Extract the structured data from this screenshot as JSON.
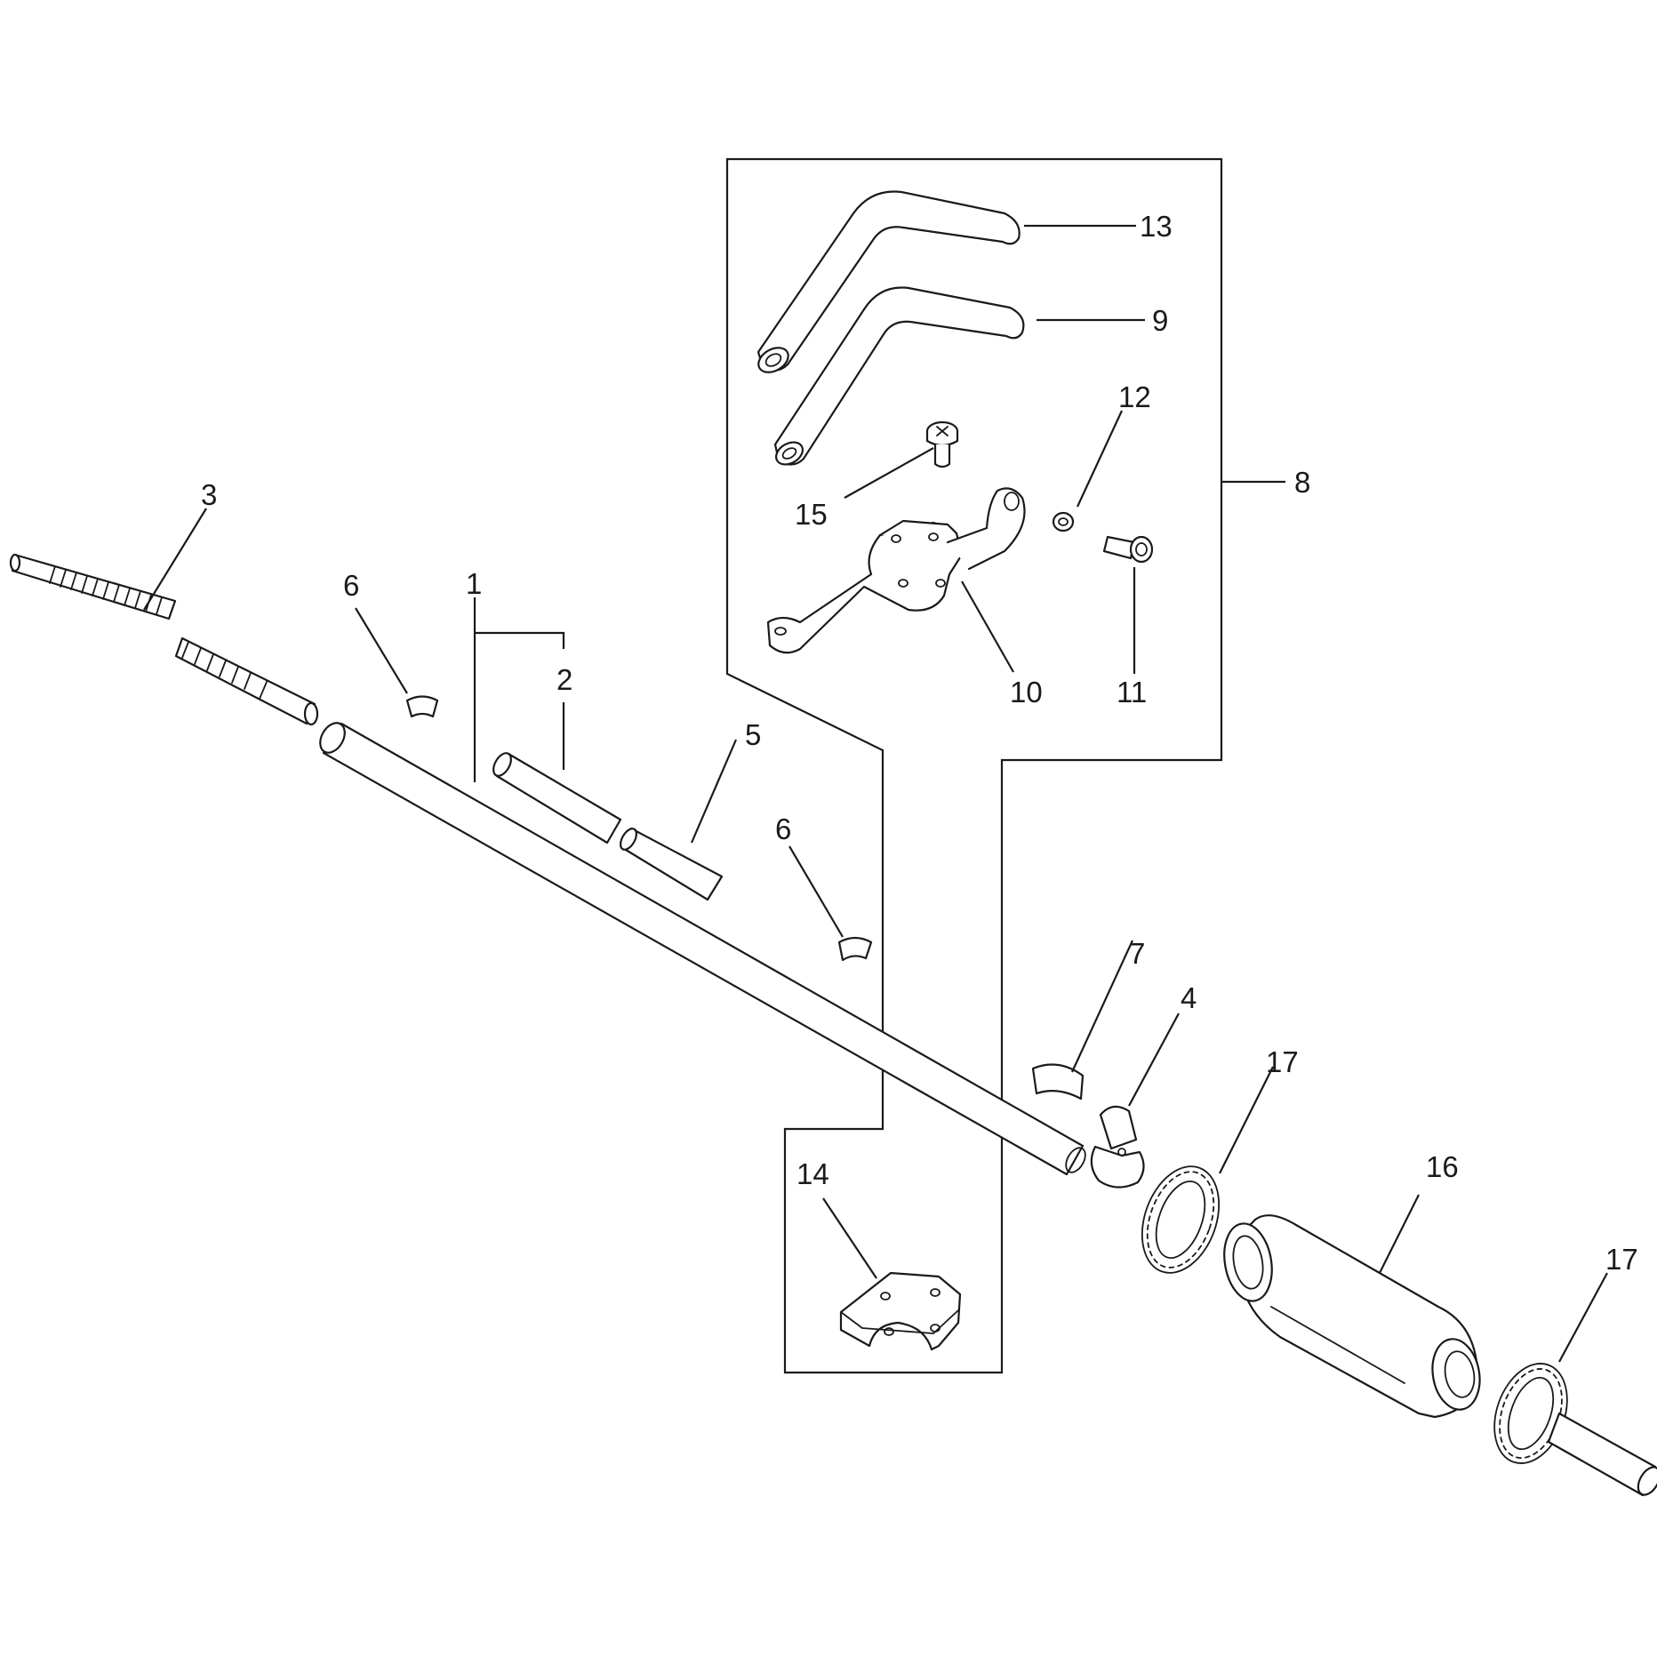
{
  "callouts": [
    {
      "id": "c1",
      "text": "1"
    },
    {
      "id": "c2",
      "text": "2"
    },
    {
      "id": "c3",
      "text": "3"
    },
    {
      "id": "c4",
      "text": "4"
    },
    {
      "id": "c5",
      "text": "5"
    },
    {
      "id": "c6a",
      "text": "6"
    },
    {
      "id": "c6b",
      "text": "6"
    },
    {
      "id": "c7",
      "text": "7"
    },
    {
      "id": "c8",
      "text": "8"
    },
    {
      "id": "c9",
      "text": "9"
    },
    {
      "id": "c10",
      "text": "10"
    },
    {
      "id": "c11",
      "text": "11"
    },
    {
      "id": "c12",
      "text": "12"
    },
    {
      "id": "c13",
      "text": "13"
    },
    {
      "id": "c14",
      "text": "14"
    },
    {
      "id": "c15",
      "text": "15"
    },
    {
      "id": "c16",
      "text": "16"
    },
    {
      "id": "c17a",
      "text": "17"
    },
    {
      "id": "c17b",
      "text": "17"
    }
  ]
}
